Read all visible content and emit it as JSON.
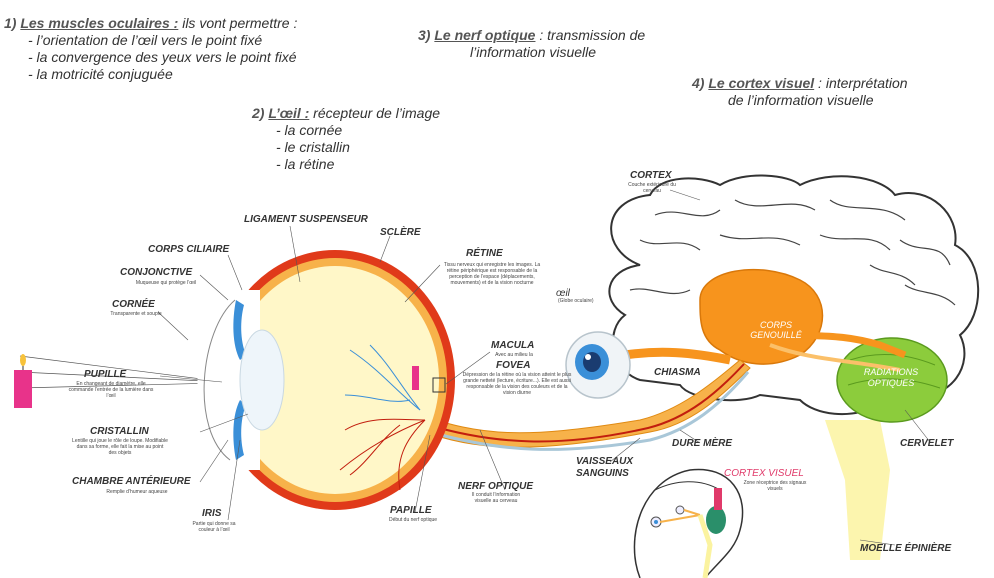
{
  "header1": {
    "num": "1)",
    "title": "Les muscles oculaires :",
    "rest": " ils vont permettre :",
    "items": [
      "- l’orientation de l’œil vers le point fixé",
      "- la convergence des yeux vers le point fixé",
      "- la motricité conjuguée"
    ]
  },
  "header2": {
    "num": "2)",
    "title": "L’œil :",
    "rest": " récepteur de l’image",
    "items": [
      "- la cornée",
      "- le cristallin",
      "- la rétine"
    ]
  },
  "header3": {
    "num": "3)",
    "title": "Le nerf optique",
    "rest": " : transmission de",
    "line2": "l’information visuelle"
  },
  "header4": {
    "num": "4)",
    "title": "Le cortex visuel",
    "rest": " : interprétation",
    "line2": "de l’information visuelle"
  },
  "labels": {
    "ligament": "LIGAMENT SUSPENSEUR",
    "sclere": "SCLÈRE",
    "corps_ciliaire": "CORPS CILIAIRE",
    "conjonctive": "CONJONCTIVE",
    "conjonctive_sub": "Muqueuse qui protège l’œil",
    "cornee": "CORNÉE",
    "cornee_sub": "Transparente et souple",
    "retine": "RÉTINE",
    "retine_sub": "Tissu nerveux qui enregistre les images. La rétine périphérique est responsable de la perception de l’espace (déplacements, mouvements) et de la vision nocturne",
    "pupille": "PUPILLE",
    "pupille_sub": "En changeant de diamètre, elle commande l’entrée de la lumière dans l’œil",
    "cristallin": "CRISTALLIN",
    "cristallin_sub": "Lentille qui joue le rôle de loupe. Modifiable dans sa forme, elle fait la mise au point des objets",
    "chambre": "CHAMBRE ANTÉRIEURE",
    "chambre_sub": "Remplie d’humeur aqueuse",
    "iris": "IRIS",
    "iris_sub": "Partie qui donne sa couleur à l’œil",
    "papille": "PAPILLE",
    "papille_sub": "Début du nerf optique",
    "macula": "MACULA",
    "macula_sub": "Avec au milieu la",
    "fovea": "FOVEA",
    "fovea_sub": "Dépression de la rétine où la vision atteint le plus grande netteté (lecture, écriture...). Elle est aussi responsable de la vision des couleurs et de la vision diurne",
    "nerf": "NERF OPTIQUE",
    "nerf_sub": "Il conduit l’information visuelle au cerveau",
    "vaisseaux": "VAISSEAUX",
    "sanguins": "SANGUINS",
    "dure_mere": "DURE MÈRE",
    "oeil": "œil",
    "oeil_sub": "(Globe oculaire)",
    "cortex": "CORTEX",
    "cortex_sub": "Couche extérieure du cerveau",
    "corps_genouille": "CORPS GENOUILLÉ",
    "chiasma": "CHIASMA",
    "radiations": "RADIATIONS OPTIQUES",
    "cervelet": "CERVELET",
    "cortex_visuel": "CORTEX VISUEL",
    "cortex_visuel_sub": "Zone réceptrice des signaux visuels",
    "moelle": "MOELLE ÉPINIÈRE"
  },
  "colors": {
    "sclera": "#e03a1a",
    "vitreous": "#fff7c8",
    "nerve": "#f5a623",
    "brain_orange": "#f7941d",
    "cerebellum": "#8ccc3c",
    "cornea_blue": "#3a8fd8",
    "candle": "#e8338a",
    "cortex_visuel": "#e03a6a"
  }
}
